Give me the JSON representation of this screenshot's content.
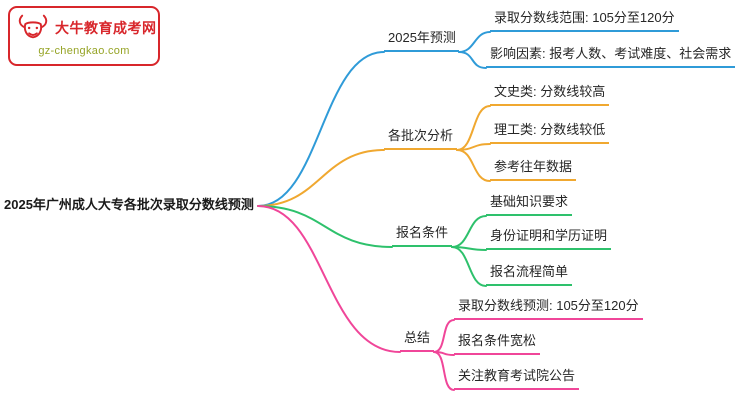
{
  "logo": {
    "title": "大牛教育成考网",
    "domain": "gz-chengkao.com",
    "icon": "bull-icon",
    "brand_color": "#d8262b",
    "domain_color": "#96a426"
  },
  "root": {
    "label": "2025年广州成人大专各批次录取分数线预测"
  },
  "branches": [
    {
      "label": "2025年预测",
      "color": "#2f9bd8",
      "children": [
        {
          "label": "录取分数线范围: 105分至120分"
        },
        {
          "label": "影响因素: 报考人数、考试难度、社会需求"
        }
      ]
    },
    {
      "label": "各批次分析",
      "color": "#f0a830",
      "children": [
        {
          "label": "文史类: 分数线较高"
        },
        {
          "label": "理工类: 分数线较低"
        },
        {
          "label": "参考往年数据"
        }
      ]
    },
    {
      "label": "报名条件",
      "color": "#2ec16c",
      "children": [
        {
          "label": "基础知识要求"
        },
        {
          "label": "身份证明和学历证明"
        },
        {
          "label": "报名流程简单"
        }
      ]
    },
    {
      "label": "总结",
      "color": "#f04699",
      "children": [
        {
          "label": "录取分数线预测: 105分至120分"
        },
        {
          "label": "报名条件宽松"
        },
        {
          "label": "关注教育考试院公告"
        }
      ]
    }
  ]
}
